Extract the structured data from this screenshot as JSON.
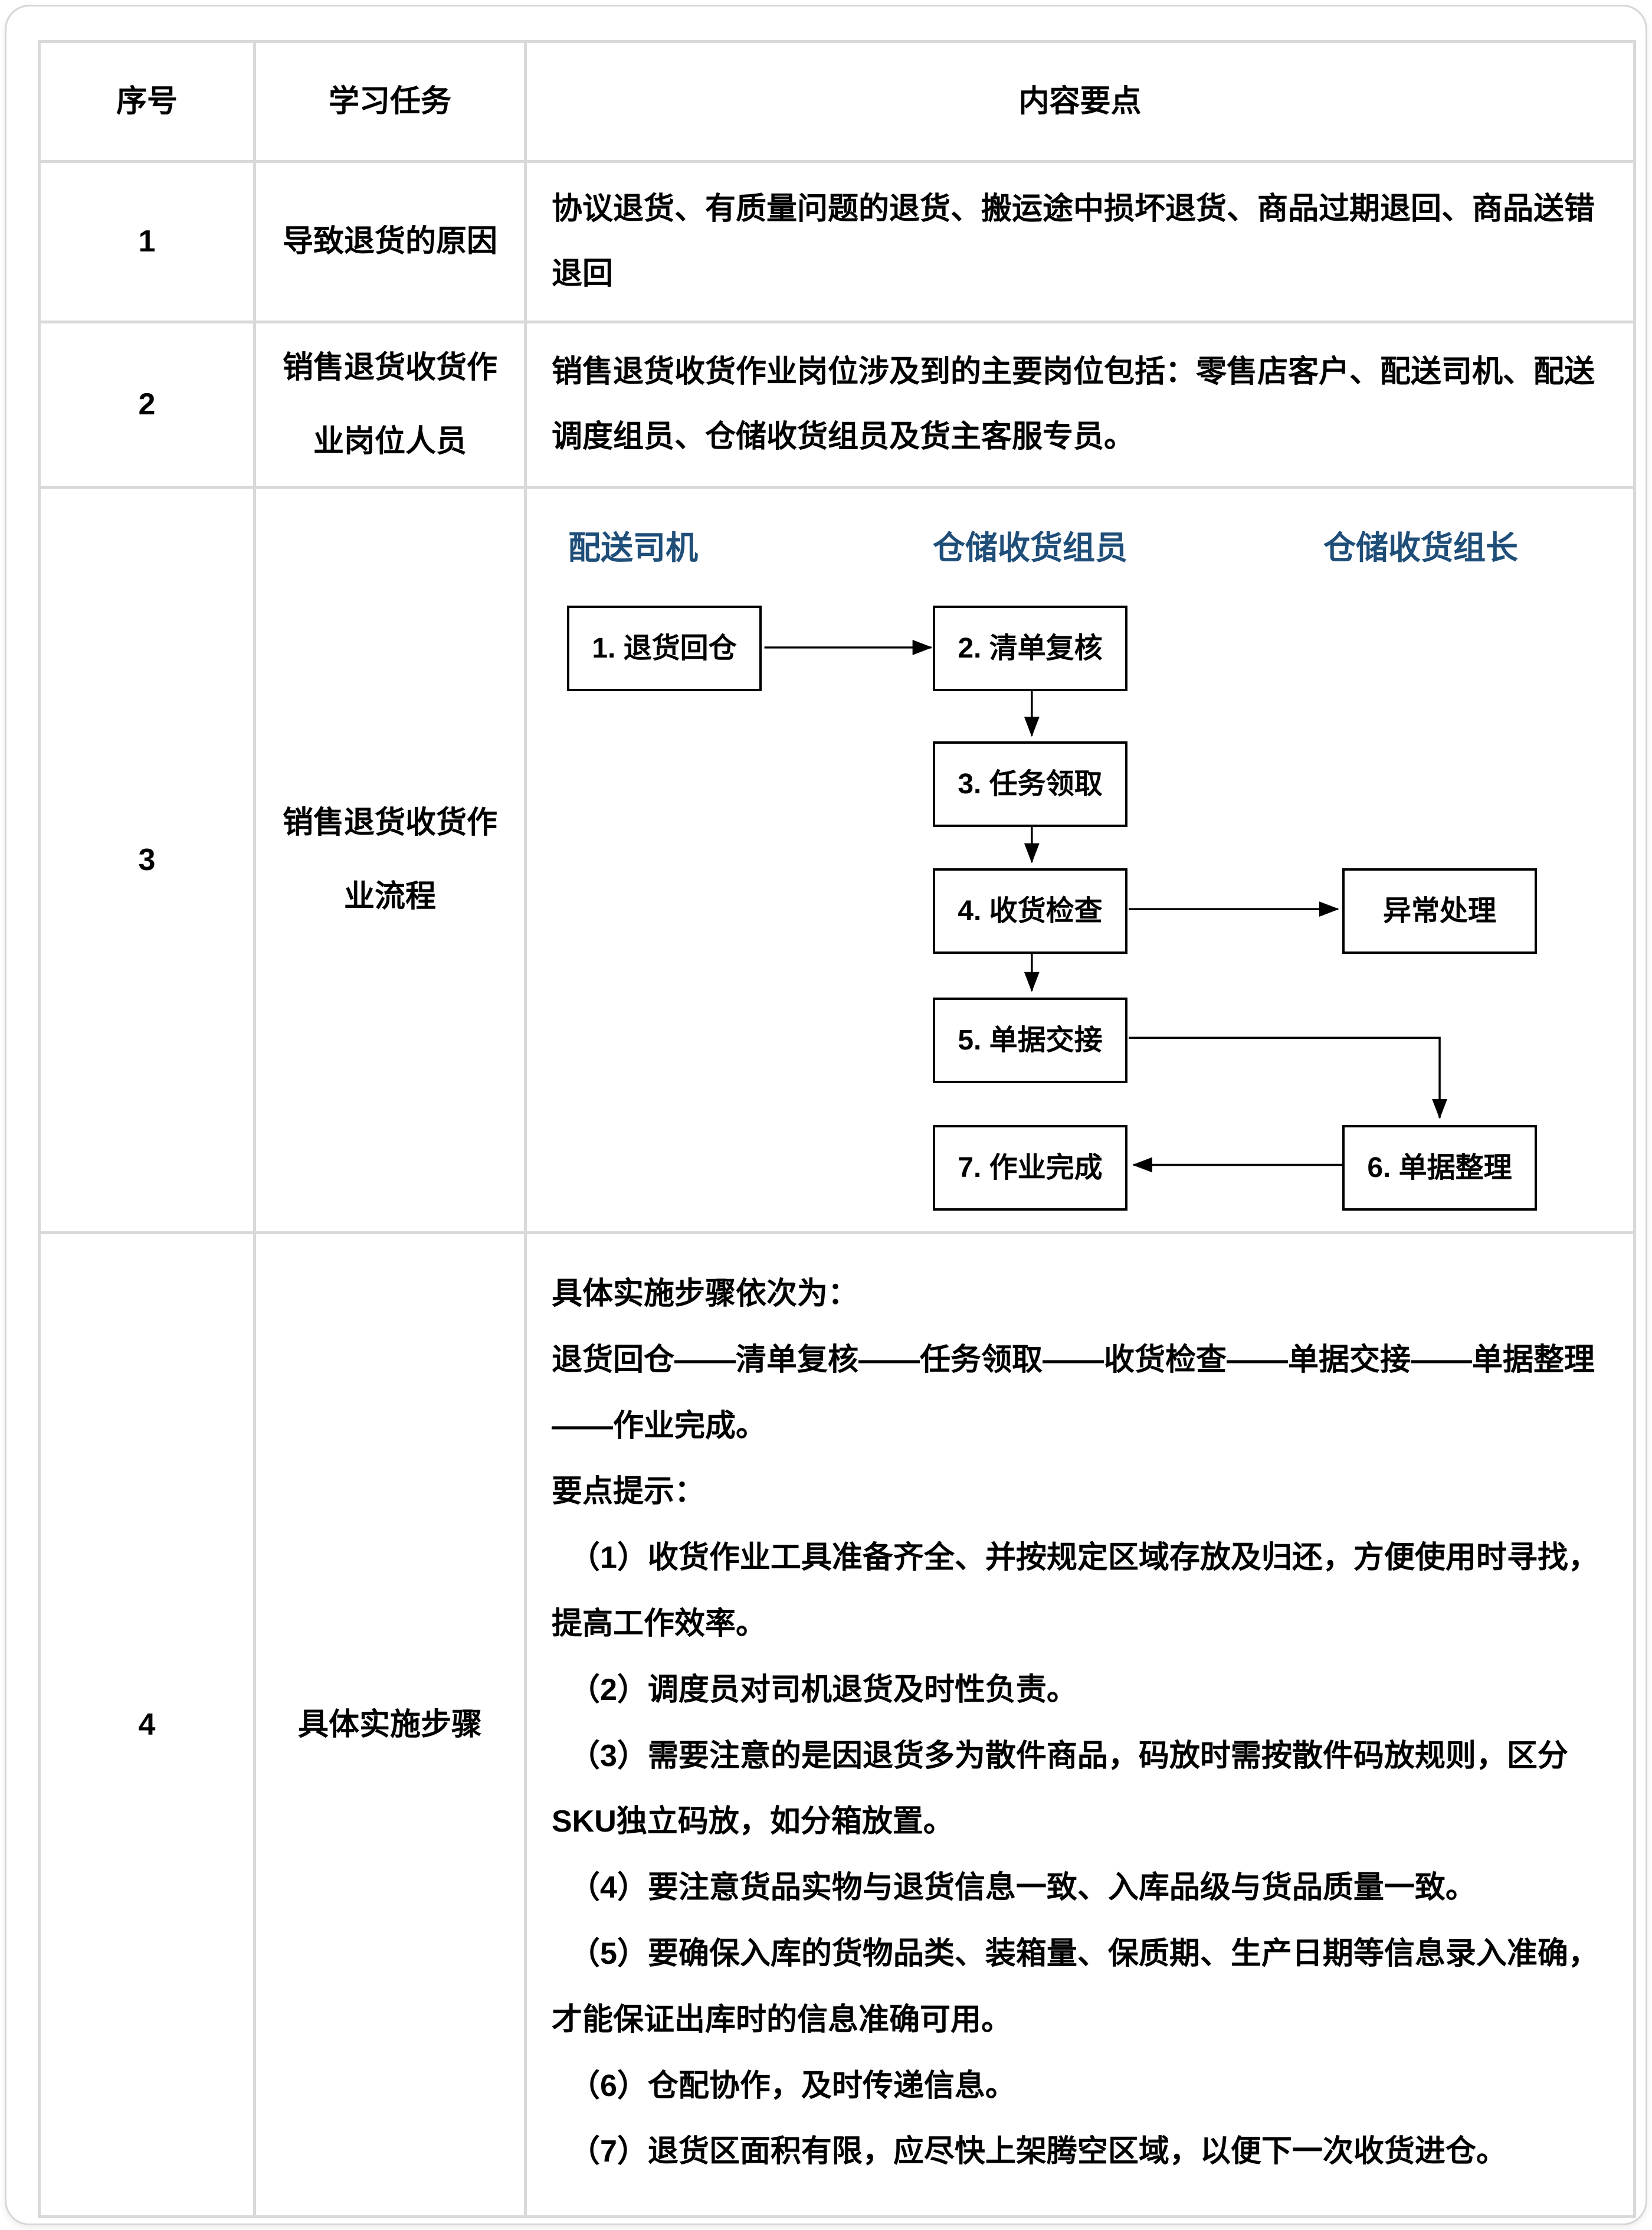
{
  "table": {
    "headers": {
      "col1": "序号",
      "col2": "学习任务",
      "col3": "内容要点"
    },
    "rows": [
      {
        "no": "1",
        "task": "导致退货的原因",
        "content": "协议退货、有质量问题的退货、搬运途中损坏退货、商品过期退回、商品送错退回"
      },
      {
        "no": "2",
        "task": "销售退货收货作业岗位人员",
        "content": "销售退货收货作业岗位涉及到的主要岗位包括：零售店客户、配送司机、配送调度组员、仓储收货组员及货主客服专员。"
      },
      {
        "no": "3",
        "task": "销售退货收货作业流程"
      },
      {
        "no": "4",
        "task": "具体实施步骤",
        "paragraphs": [
          "具体实施步骤依次为：",
          "退货回仓——清单复核——任务领取——收货检查——单据交接——单据整理——作业完成。",
          "要点提示：",
          "（1）收货作业工具准备齐全、并按规定区域存放及归还，方便使用时寻找，提高工作效率。",
          "（2）调度员对司机退货及时性负责。",
          "（3）需要注意的是因退货多为散件商品，码放时需按散件码放规则，区分SKU独立码放，如分箱放置。",
          "（4）要注意货品实物与退货信息一致、入库品级与货品质量一致。",
          "（5）要确保入库的货物品类、装箱量、保质期、生产日期等信息录入准确，才能保证出库时的信息准确可用。",
          "（6）仓配协作，及时传递信息。",
          "（7）退货区面积有限，应尽快上架腾空区域，以便下一次收货进仓。"
        ]
      }
    ]
  },
  "flowchart": {
    "lanes": [
      "配送司机",
      "仓储收货组员",
      "仓储收货组长"
    ],
    "nodes": [
      {
        "label": "1. 退货回仓"
      },
      {
        "label": "2. 清单复核"
      },
      {
        "label": "3. 任务领取"
      },
      {
        "label": "4. 收货检查"
      },
      {
        "label": "异常处理"
      },
      {
        "label": "5. 单据交接"
      },
      {
        "label": "6. 单据整理"
      },
      {
        "label": "7. 作业完成"
      }
    ]
  },
  "colors": {
    "lane_header_blue": "#1F4E79",
    "table_border_gray": "#D9D9D9",
    "node_border_black": "#000000"
  }
}
